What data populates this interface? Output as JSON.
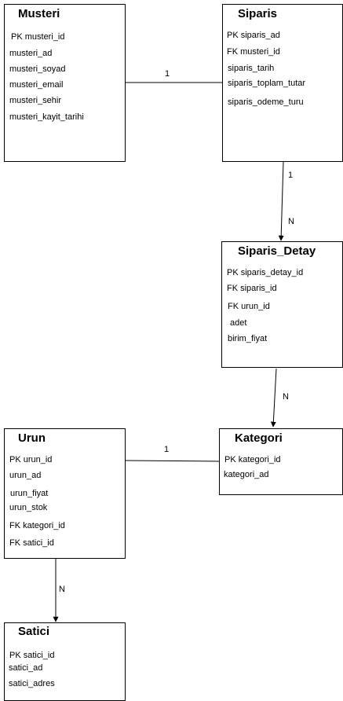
{
  "entities": {
    "musteri": {
      "name": "Musteri",
      "attributes": [
        "PK musteri_id",
        "musteri_ad",
        "musteri_soyad",
        "musteri_email",
        "musteri_sehir",
        "musteri_kayit_tarihi"
      ]
    },
    "siparis": {
      "name": "Siparis",
      "attributes": [
        "PK siparis_ad",
        "FK musteri_id",
        "siparis_tarih",
        "siparis_toplam_tutar",
        "siparis_odeme_turu"
      ]
    },
    "siparis_detay": {
      "name": "Siparis_Detay",
      "attributes": [
        "PK siparis_detay_id",
        "FK siparis_id",
        "FK urun_id",
        "adet",
        "birim_fiyat"
      ]
    },
    "urun": {
      "name": "Urun",
      "attributes": [
        "PK urun_id",
        "urun_ad",
        "urun_fiyat",
        "urun_stok",
        "FK kategori_id",
        "FK satici_id"
      ]
    },
    "kategori": {
      "name": "Kategori",
      "attributes": [
        "PK kategori_id",
        "kategori_ad"
      ]
    },
    "satici": {
      "name": "Satici",
      "attributes": [
        "PK satici_id",
        "satici_ad",
        "satici_adres"
      ]
    }
  },
  "relationships": {
    "musteri_siparis": {
      "from": "Musteri",
      "to": "Siparis",
      "label": "1"
    },
    "siparis_detay_1": {
      "from": "Siparis",
      "to": "Siparis_Detay",
      "label": "1"
    },
    "siparis_detay_n": {
      "from": "Siparis",
      "to": "Siparis_Detay",
      "label": "N"
    },
    "detay_kategori_n": {
      "from": "Siparis_Detay",
      "to": "Kategori",
      "label": "N"
    },
    "urun_kategori": {
      "from": "Urun",
      "to": "Kategori",
      "label": "1"
    },
    "urun_satici": {
      "from": "Urun",
      "to": "Satici",
      "label": "N"
    }
  },
  "colors": {
    "line": "#000000",
    "box_border": "#000000",
    "background": "#ffffff"
  }
}
